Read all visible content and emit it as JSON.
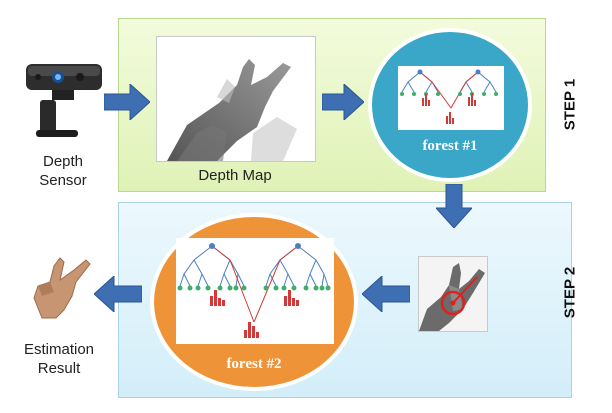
{
  "labels": {
    "step1": "STEP 1",
    "step2": "STEP 2",
    "depth_sensor_line1": "Depth",
    "depth_sensor_line2": "Sensor",
    "depth_map": "Depth Map",
    "forest1": "forest #1",
    "forest2": "forest #2",
    "estimation_line1": "Estimation",
    "estimation_line2": "Result"
  },
  "colors": {
    "arrow": "#3e6fb3",
    "step1_panel": "#e6f5c4",
    "step2_panel": "#dcf1fa",
    "forest1_circle": "#3aa6c8",
    "forest2_circle": "#ef9338",
    "tree_blue": "#4b7fc4",
    "tree_green": "#3fae6a",
    "tree_red": "#d23a3a"
  },
  "icons": [
    "depth-camera-icon",
    "hand-silhouette-icon",
    "hand-photo-icon",
    "target-circle-icon"
  ]
}
